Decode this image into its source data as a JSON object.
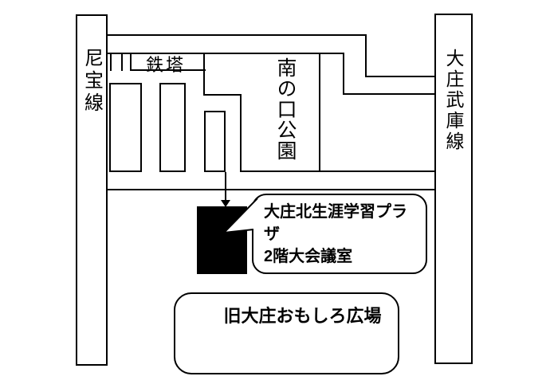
{
  "roads": {
    "left": {
      "label": "尼宝線"
    },
    "right": {
      "label": "大庄武庫線"
    }
  },
  "landmarks": {
    "tower": {
      "label": "鉄塔"
    },
    "park": {
      "label": "南の口公園"
    },
    "former_plaza": {
      "label": "旧大庄おもしろ広場"
    }
  },
  "venue_callout": {
    "line1": "大庄北生涯学習プラザ",
    "line2": "2階大会議室"
  },
  "colors": {
    "line": "#000000",
    "background": "#ffffff",
    "building_fill": "#000000"
  }
}
